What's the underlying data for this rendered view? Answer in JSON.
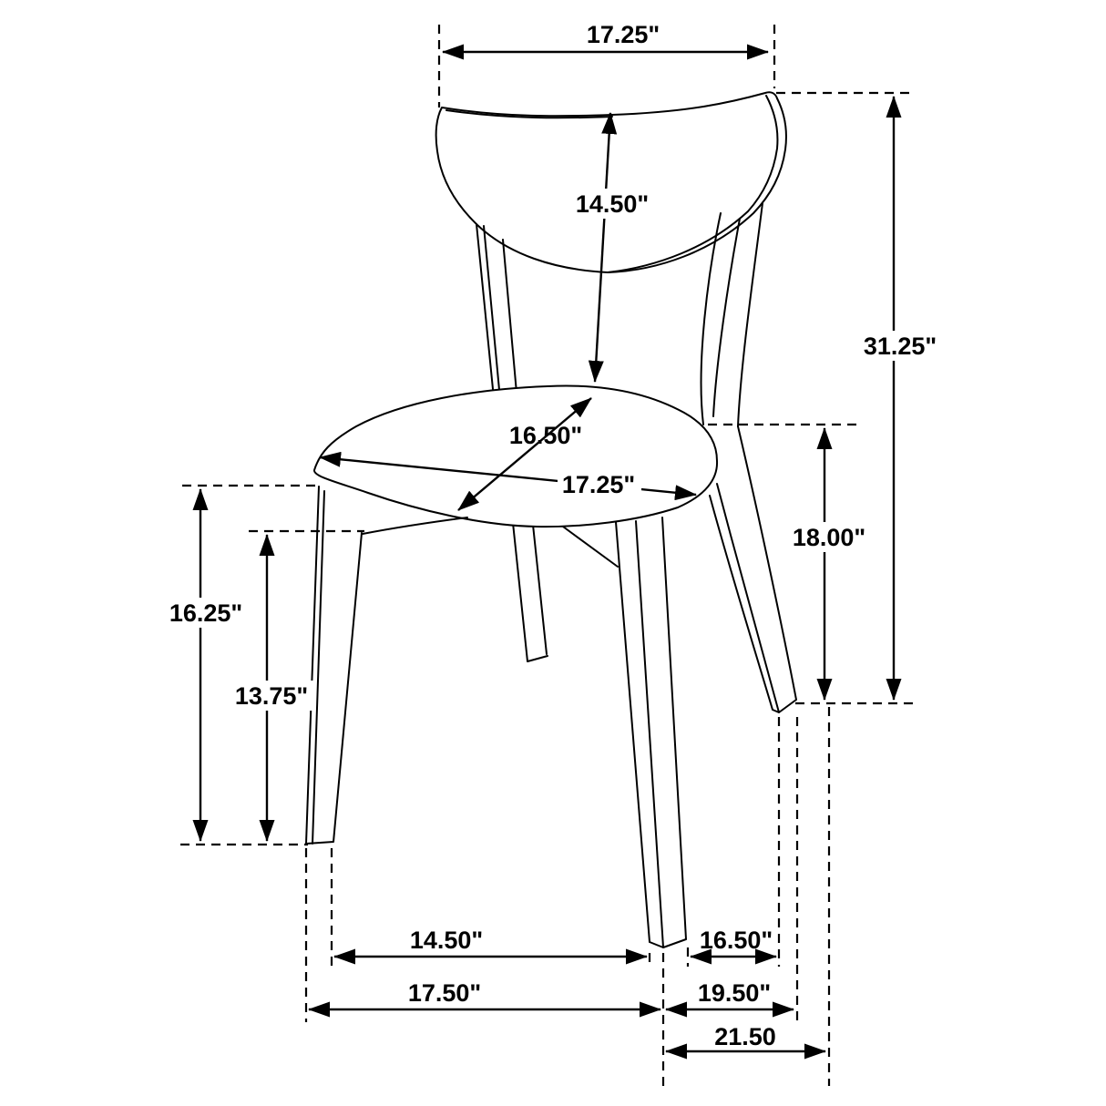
{
  "page": {
    "background": "#ffffff",
    "line_color": "#000000",
    "description": "Dimension line drawing of a mid-century dining side chair, front-angled view, with dashed extension lines and double-headed measurement arrows"
  },
  "dims": {
    "backrest_width": "17.25\"",
    "backrest_height": "14.50\"",
    "overall_height": "31.25\"",
    "seat_diagonal": "16.50\"",
    "seat_width": "17.25\"",
    "seat_height": "18.00\"",
    "side_height_outer": "16.25\"",
    "side_height_inner": "13.75\"",
    "base_front_inner_width": "14.50\"",
    "base_side_depth": "16.50\"",
    "base_front_width": "17.50\"",
    "base_rear_depth": "19.50\"",
    "base_overall_depth": "21.50"
  }
}
